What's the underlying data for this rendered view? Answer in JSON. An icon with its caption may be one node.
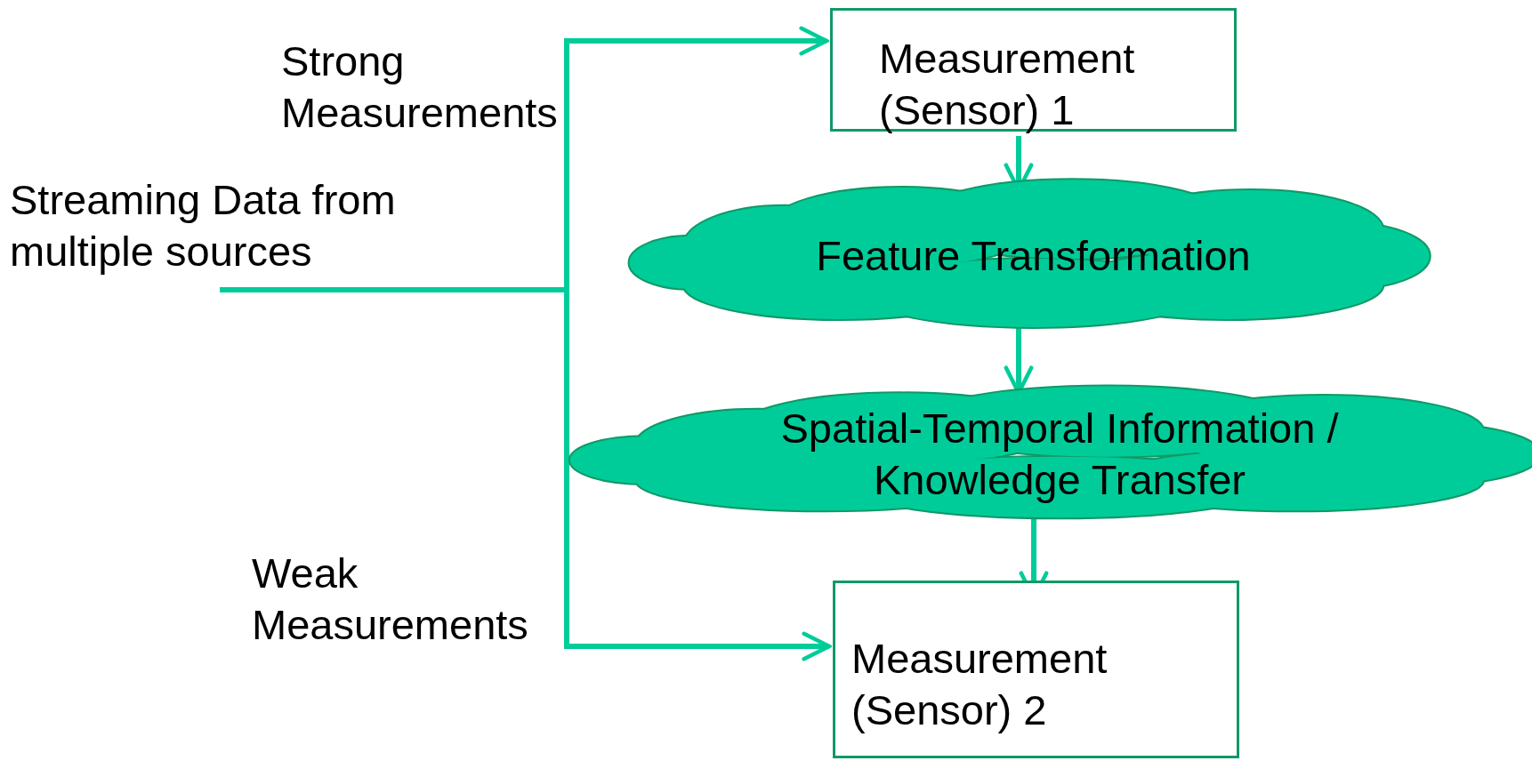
{
  "diagram": {
    "nodes": [
      {
        "text": [
          "Streaming Data from multiple sources"
        ]
      },
      {
        "text": [
          "Measurement (Sensor) 1"
        ]
      },
      {
        "text": [
          "Feature Transformation"
        ]
      },
      {
        "text": [
          "Spatial-Temporal Information / Knowledge Transfer"
        ]
      },
      {
        "text": [
          "Measurement (Sensor) 2"
        ]
      }
    ],
    "edges": [
      {
        "from": 0,
        "to": 1,
        "arrow": "to",
        "label": "Strong Measurements"
      },
      {
        "from": 0,
        "to": 4,
        "arrow": "to",
        "label": "Weak Measurements"
      },
      {
        "from": 1,
        "to": 2,
        "arrow": "to"
      },
      {
        "from": 2,
        "to": 3,
        "arrow": "to"
      },
      {
        "from": 3,
        "to": 4,
        "arrow": "to"
      }
    ]
  }
}
